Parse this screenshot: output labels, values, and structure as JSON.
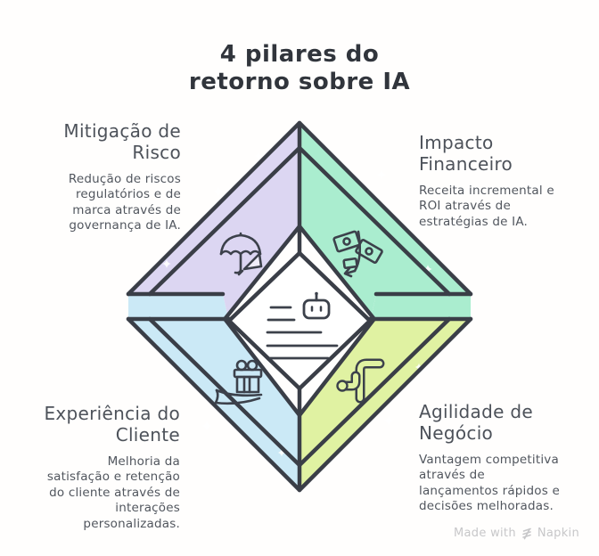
{
  "title": {
    "line1": "4 pilares do",
    "line2": "retorno sobre IA"
  },
  "pillars": {
    "risk": {
      "heading_lines": [
        "Mitigação de",
        "Risco"
      ],
      "body_lines": [
        "Redução de riscos",
        "regulatórios e de",
        "marca através de",
        "governança de IA."
      ],
      "icon": "umbrella-icon"
    },
    "financial": {
      "heading_lines": [
        "Impacto",
        "Financeiro"
      ],
      "body_lines": [
        "Receita incremental e",
        "ROI através de",
        "estratégias de IA."
      ],
      "icon": "money-bills-icon"
    },
    "customer": {
      "heading_lines": [
        "Experiência do",
        "Cliente"
      ],
      "body_lines": [
        "Melhoria da",
        "satisfação e retenção",
        "do cliente através de",
        "interações",
        "personalizadas."
      ],
      "icon": "gift-in-hand-icon"
    },
    "agility": {
      "heading_lines": [
        "Agilidade de",
        "Negócio"
      ],
      "body_lines": [
        "Vantagem competitiva",
        "através de",
        "lançamentos rápidos e",
        "decisões melhoradas."
      ],
      "icon": "speed-arrows-icon"
    }
  },
  "center": {
    "icon": "robot-chat-list-icon"
  },
  "watermark": {
    "prefix": "Made with",
    "brand": "Napkin",
    "icon": "napkin-logo-icon"
  },
  "colors": {
    "risk": "#DCD6F2",
    "financial": "#AAEDCF",
    "customer": "#CBE9F6",
    "agility": "#E0F2A2",
    "stroke": "#3A3E47",
    "icon_stroke": "#3C414B",
    "title_text": "#31353C",
    "body_text": "#51565E",
    "watermark_text": "#C7C7C9",
    "background": "#FFFEFD"
  }
}
